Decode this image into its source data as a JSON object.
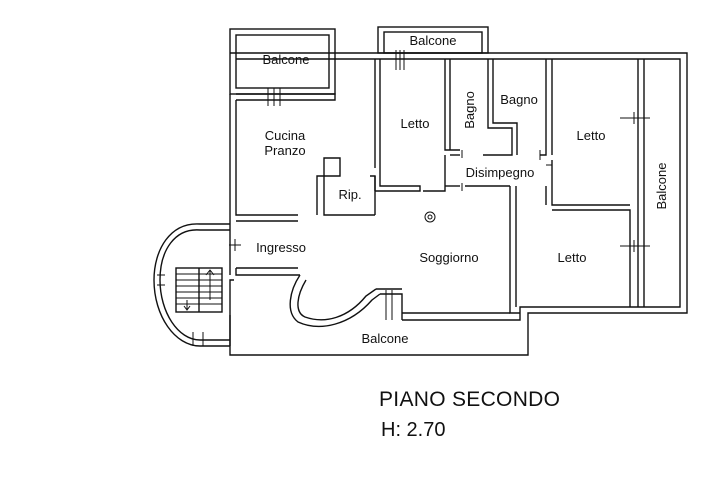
{
  "rooms": {
    "balcone_top_left": "Balcone",
    "balcone_top": "Balcone",
    "balcone_right": "Balcone",
    "balcone_bottom": "Balcone",
    "cucina_line1": "Cucina",
    "cucina_line2": "Pranzo",
    "ripostiglio": "Rip.",
    "letto_1": "Letto",
    "bagno_vertical": "Bagno",
    "bagno_2": "Bagno",
    "letto_2": "Letto",
    "disimpegno": "Disimpegno",
    "ingresso": "Ingresso",
    "soggiorno": "Soggiorno",
    "letto_3": "Letto"
  },
  "floor_title": "PIANO SECONDO",
  "ceiling_height": "H: 2.70"
}
